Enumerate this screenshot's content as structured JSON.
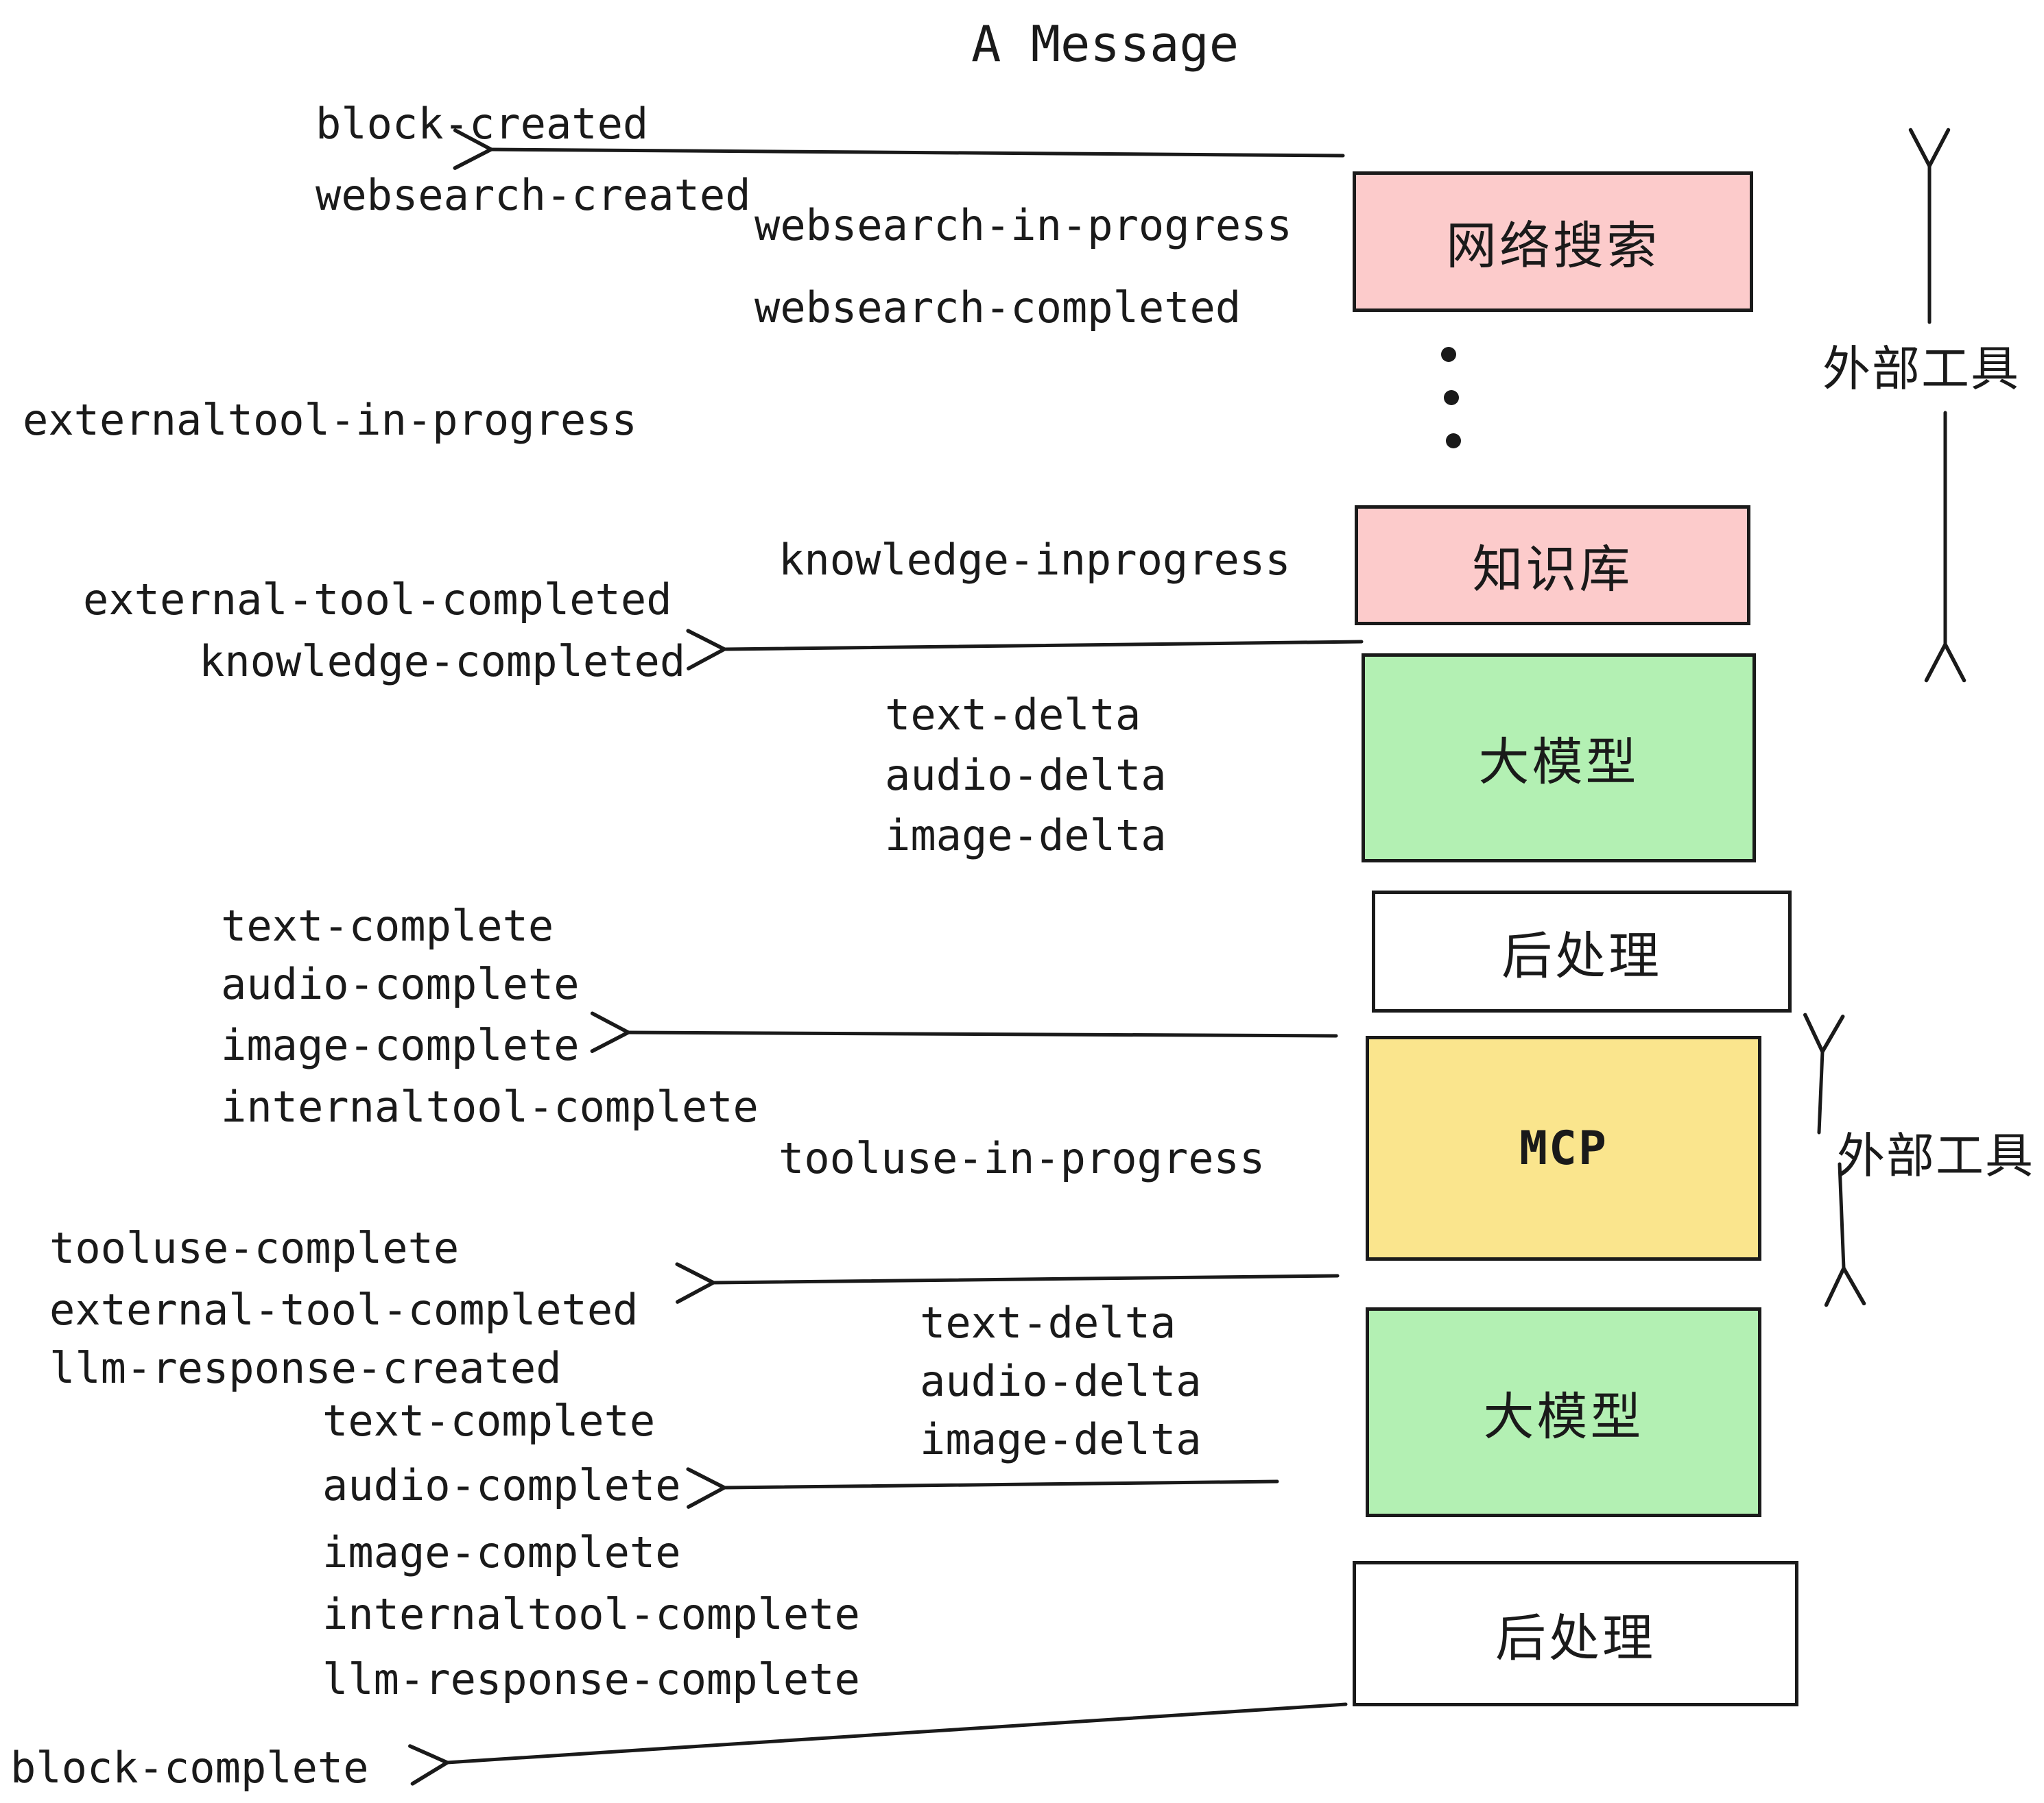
{
  "title": "A Message",
  "colors": {
    "box-pink": "#fccbcb",
    "box-green": "#b3f0b3",
    "box-yellow": "#fae58d",
    "box-white": "#ffffff",
    "ink": "#1a1a1a",
    "bg": "#ffffff"
  },
  "events": {
    "block_created": "block-created",
    "websearch_created": "websearch-created",
    "websearch_in_progress": "websearch-in-progress",
    "websearch_completed": "websearch-completed",
    "externaltool_in_progress": "externaltool-in-progress",
    "knowledge_inprogress": "knowledge-inprogress",
    "external_tool_completed_1": "external-tool-completed",
    "knowledge_completed": "knowledge-completed",
    "text_delta_1": "text-delta",
    "audio_delta_1": "audio-delta",
    "image_delta_1": "image-delta",
    "text_complete_1": "text-complete",
    "audio_complete_1": "audio-complete",
    "image_complete_1": "image-complete",
    "internaltool_complete_1": "internaltool-complete",
    "tooluse_in_progress": "tooluse-in-progress",
    "tooluse_complete": "tooluse-complete",
    "external_tool_completed_2": "external-tool-completed",
    "llm_response_created": "llm-response-created",
    "text_complete_2": "text-complete",
    "audio_complete_2": "audio-complete",
    "text_delta_2": "text-delta",
    "audio_delta_2": "audio-delta",
    "image_delta_2": "image-delta",
    "image_complete_2": "image-complete",
    "internaltool_complete_2": "internaltool-complete",
    "llm_response_complete": "llm-response-complete",
    "block_complete": "block-complete"
  },
  "boxes": {
    "websearch": {
      "label": "网络搜索"
    },
    "knowledge": {
      "label": "知识库"
    },
    "llm_top": {
      "label": "大模型"
    },
    "post_top": {
      "label": "后处理"
    },
    "mcp": {
      "label": "MCP"
    },
    "llm_bottom": {
      "label": "大模型"
    },
    "post_bottom": {
      "label": "后处理"
    }
  },
  "side_labels": {
    "external_tools_top": "外部工具",
    "external_tools_bottom": "外部工具"
  }
}
